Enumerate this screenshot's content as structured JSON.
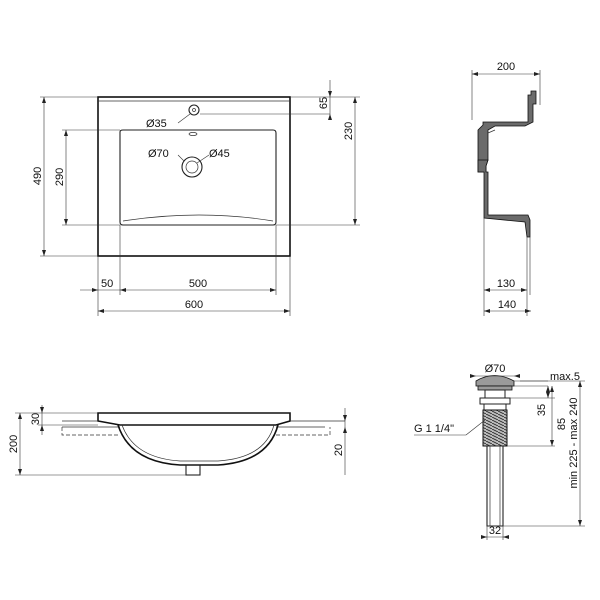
{
  "top_view": {
    "width_total": "600",
    "width_bowl": "500",
    "offset_left": "50",
    "depth_total": "490",
    "depth_bowl": "290",
    "tap_offset": "65",
    "bowl_offset": "230",
    "tap_hole": "Ø35",
    "drain_outer": "Ø70",
    "drain_inner": "Ø45"
  },
  "side_view": {
    "depth": "200",
    "inner_depth": "130",
    "base_depth": "140"
  },
  "front_view": {
    "height": "200",
    "rim": "30",
    "right_height": "20"
  },
  "drain_detail": {
    "cap_diameter": "Ø70",
    "max_gap": "max.5",
    "cap_height": "35",
    "body_height": "85",
    "range": "min 225 - max 240",
    "thread": "G 1 1/4\"",
    "pipe_diameter": "32"
  }
}
